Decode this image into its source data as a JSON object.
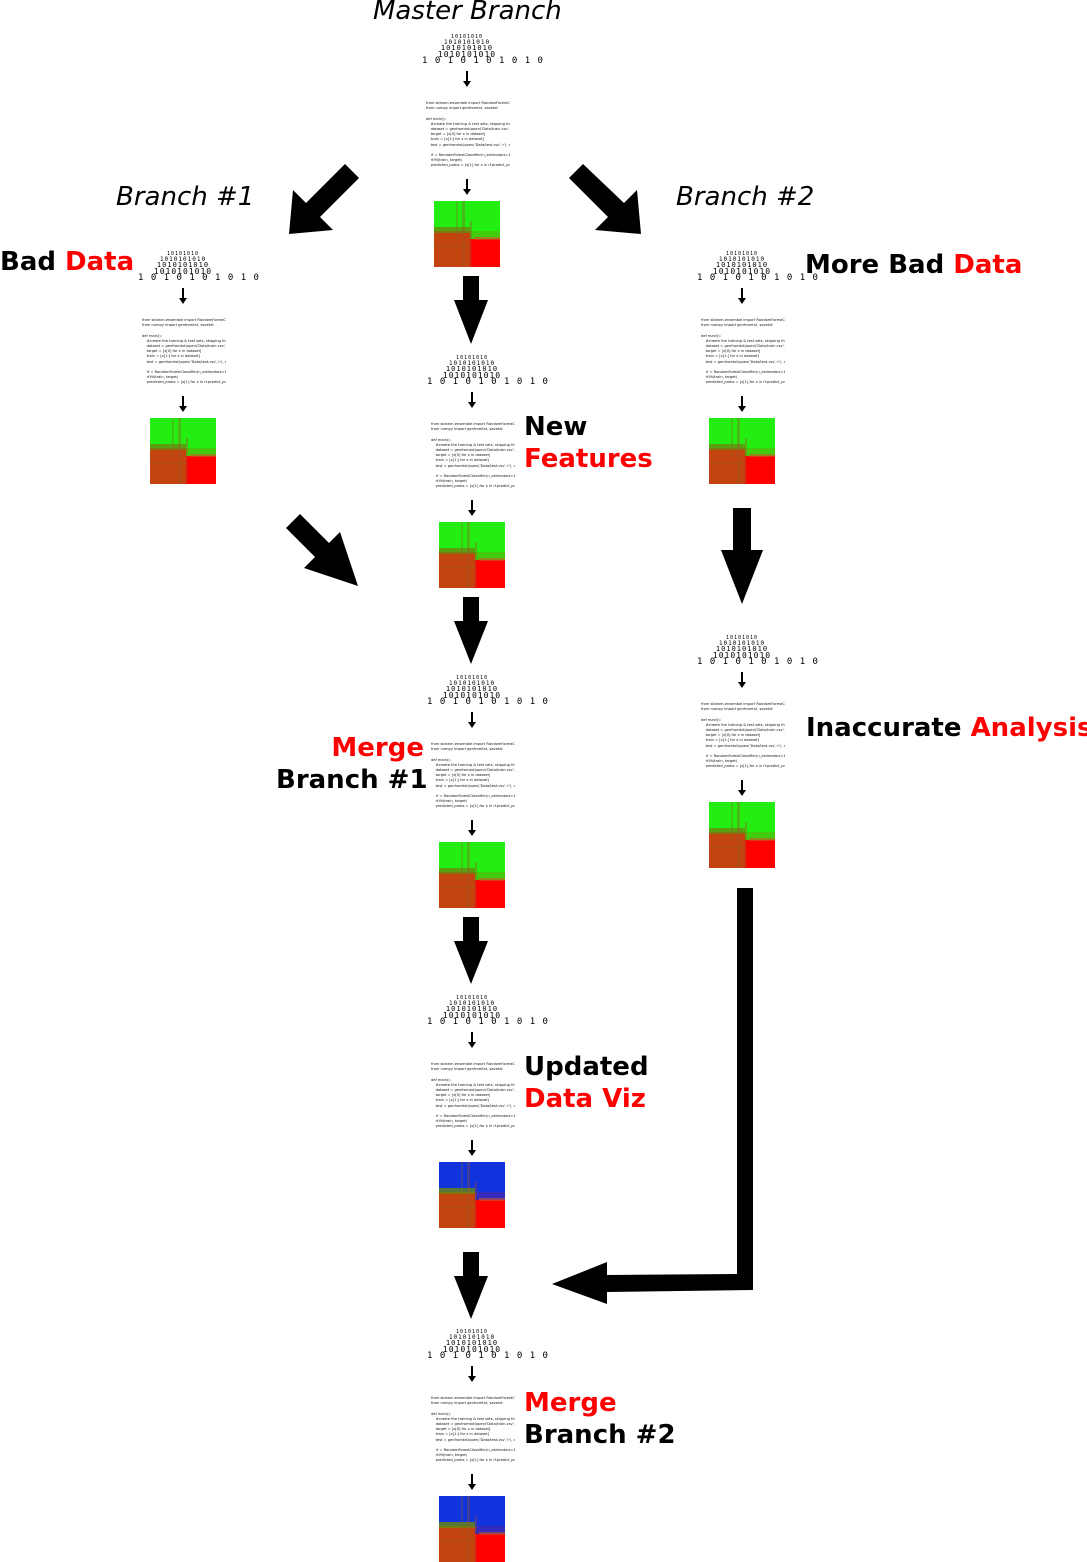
{
  "titles": {
    "master": "Master Branch",
    "branch1": "Branch #1",
    "branch2": "Branch #2"
  },
  "labels": {
    "bad": {
      "black": "Bad",
      "red": "Data"
    },
    "more_bad": {
      "black": "More Bad",
      "red": "Data"
    },
    "new_features": {
      "black": "New",
      "red": "Features"
    },
    "inaccurate": {
      "black": "Inaccurate",
      "red": "Analysis"
    },
    "merge1": {
      "red": "Merge",
      "black": "Branch #1"
    },
    "updated": {
      "black": "Updated",
      "red": "Data Viz"
    },
    "merge2": {
      "red": "Merge",
      "black": "Branch #2"
    }
  },
  "binary": {
    "rows": [
      "10101010",
      "1010101010",
      "1010101010",
      "1010101010",
      "1 0 1 0 1 0 1 0 1 0"
    ]
  },
  "code": {
    "lines": [
      "from sklearn.ensemble import RandomForestCl",
      "from numpy import genfromtxt, savetxt",
      "",
      "def main():",
      "    #create the training & test sets, skipping the",
      "    dataset = genfromtxt(open('Data/train.csv','r",
      "    target = [x[0] for x in dataset]",
      "    train = [x[1:] for x in dataset]",
      "    test = genfromtxt(open('Data/test.csv','r'), de",
      "",
      "    rf = RandomForestClassifier(n_estimators=10",
      "    rf.fit(train, target)",
      "    predicted_probs = [x[1] for x in rf.predict_pro"
    ]
  },
  "colors": {
    "text_red": "#ff0000",
    "arrow": "#000000",
    "heat_green": "#22ee11",
    "heat_red": "#ff0000",
    "heat_brown": "#c4440f",
    "heat_blue": "#1133dd"
  }
}
